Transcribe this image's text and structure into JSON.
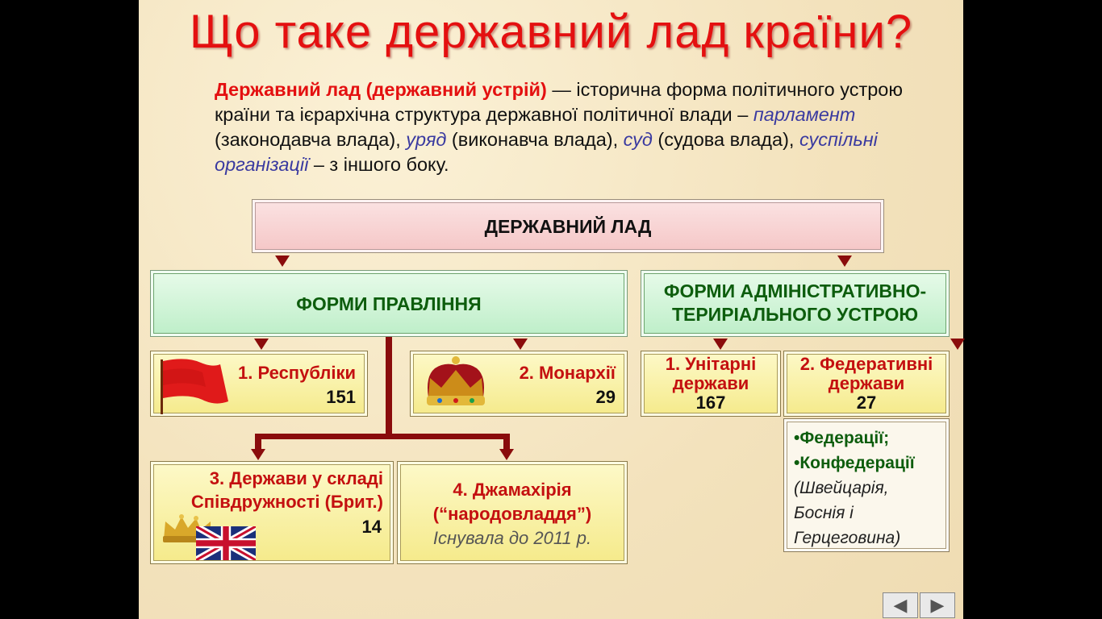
{
  "title": "Що таке державний лад країни?",
  "definition": {
    "term": "Державний лад (державний устрій)",
    "p1": " — історична форма політичного устрою країни та ієрархічна структура державної політичної влади – ",
    "parliament": "парламент",
    "p2": " (законодавча влада), ",
    "government": "уряд",
    "p3": " (виконавча влада), ",
    "court": "суд",
    "p4": " (судова влада), ",
    "organizations": "суспільні організації",
    "p5": " – з іншого боку."
  },
  "root": "ДЕРЖАВНИЙ ЛАД",
  "forms_gov": {
    "title": "ФОРМИ ПРАВЛІННЯ",
    "republics": {
      "label": "1. Республіки",
      "count": "151"
    },
    "monarchies": {
      "label": "2. Монархії",
      "count": "29"
    },
    "commonwealth": {
      "line1": "3. Держави у складі",
      "line2": "Співдружності (Брит.)",
      "count": "14"
    },
    "jamahiriya": {
      "line1": "4. Джамахірія",
      "line2": "(“народовладдя”)",
      "note": "Існувала до 2011 р."
    }
  },
  "forms_adm": {
    "title_line1": "ФОРМИ АДМІНІСТРАТИВНО-",
    "title_line2": "ТЕРИРІАЛЬНОГО УСТРОЮ",
    "unitary": {
      "line1": "1.  Унітарні",
      "line2": "держави",
      "count": "167"
    },
    "federal": {
      "line1": "2. Федеративні",
      "line2": "держави",
      "count": "27"
    },
    "types": {
      "federations": "•Федерації;",
      "confederations": "•Конфедерації",
      "ex1": "(Швейцарія,",
      "ex2": "Боснія і",
      "ex3": "Герцеговина)"
    }
  },
  "nav": {
    "prev": "◀",
    "next": "▶"
  },
  "colors": {
    "title": "#e41010",
    "accent_dark": "#8a0c0c",
    "green_text": "#0d5d0d"
  }
}
